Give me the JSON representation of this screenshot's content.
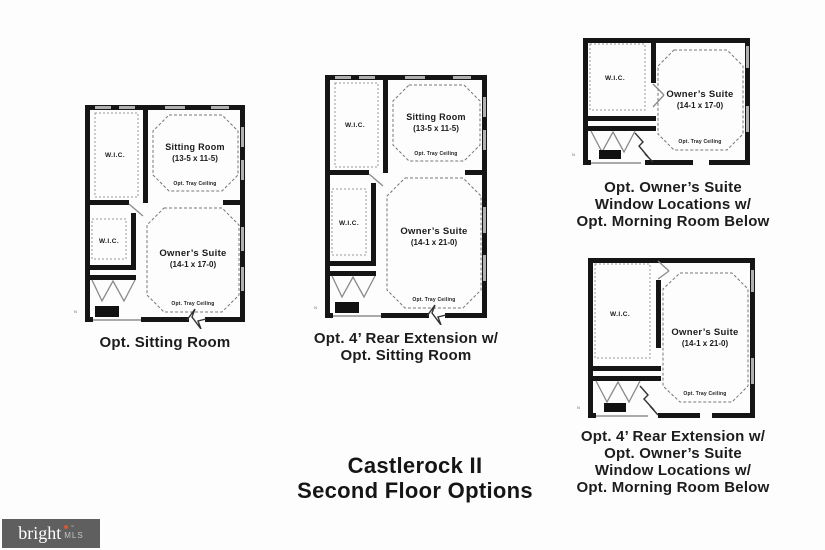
{
  "title": {
    "line1": "Castlerock II",
    "line2": "Second Floor Options"
  },
  "logo": {
    "brand": "bright",
    "suffix": "MLS",
    "tm": "™",
    "accent_color": "#cf5a33",
    "bg_color": "#5f5f5f"
  },
  "labels": {
    "wic": "W.I.C.",
    "tray": "Opt. Tray Ceiling",
    "north": "N"
  },
  "colors": {
    "wall": "#151515",
    "window": "#b0b0b0",
    "dotted": "#777777"
  },
  "plans": [
    {
      "caption": [
        "Opt. Sitting Room"
      ],
      "sitting": {
        "name": "Sitting Room",
        "dims": "(13-5 x 11-5)"
      },
      "owner": {
        "name": "Owner’s Suite",
        "dims": "(14-1 x 17-0)"
      }
    },
    {
      "caption": [
        "Opt. 4’ Rear Extension w/",
        "Opt. Sitting Room"
      ],
      "sitting": {
        "name": "Sitting Room",
        "dims": "(13-5 x 11-5)"
      },
      "owner": {
        "name": "Owner’s Suite",
        "dims": "(14-1 x 21-0)"
      }
    },
    {
      "caption": [
        "Opt. Owner’s Suite",
        "Window Locations w/",
        "Opt. Morning Room Below"
      ],
      "owner": {
        "name": "Owner’s Suite",
        "dims": "(14-1 x 17-0)"
      }
    },
    {
      "caption": [
        "Opt. 4’ Rear Extension w/",
        "Opt. Owner’s Suite",
        "Window Locations w/",
        "Opt. Morning Room Below"
      ],
      "owner": {
        "name": "Owner’s Suite",
        "dims": "(14-1 x 21-0)"
      }
    }
  ]
}
